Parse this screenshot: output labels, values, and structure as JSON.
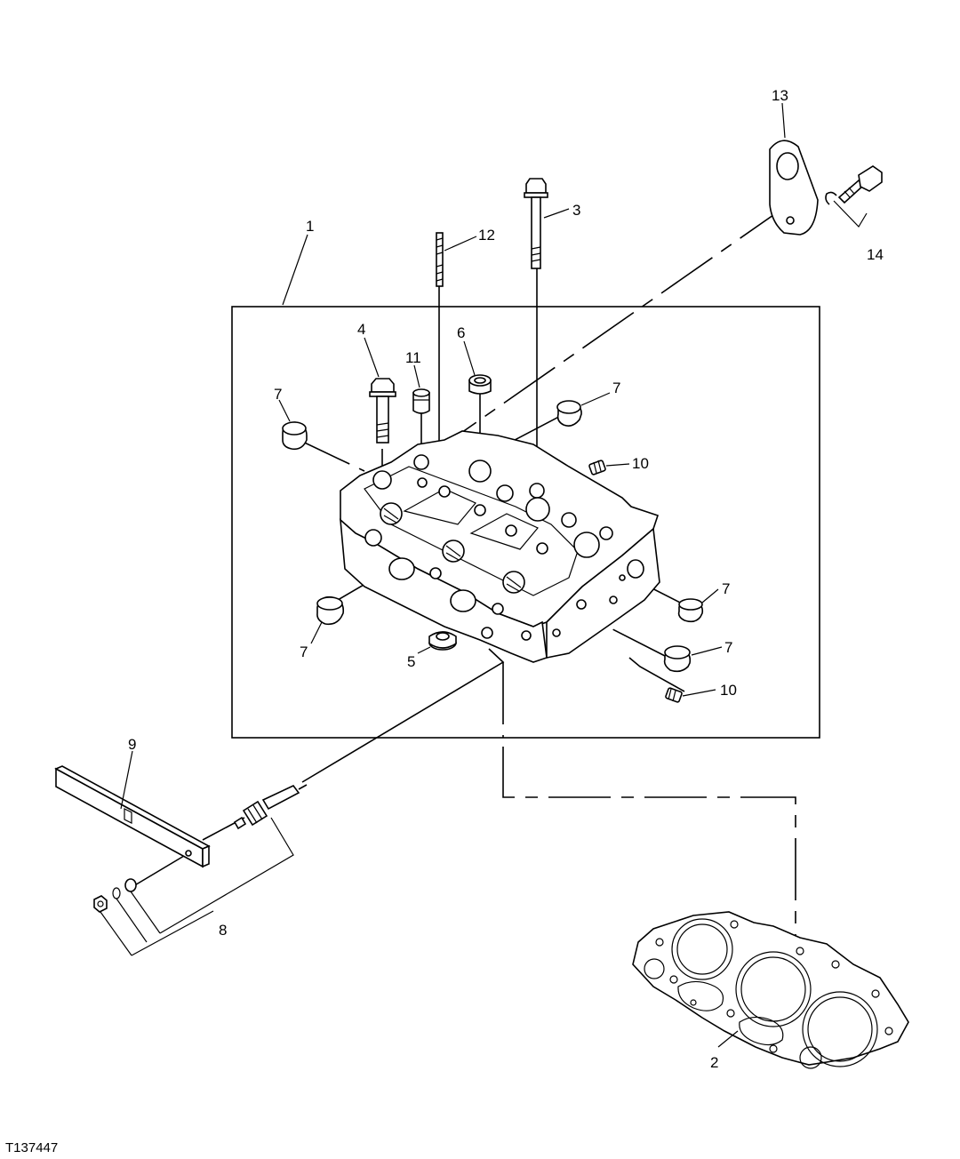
{
  "figure_id": "T137447",
  "callouts": {
    "c1": "1",
    "c2": "2",
    "c3": "3",
    "c4": "4",
    "c5": "5",
    "c6": "6",
    "c7a": "7",
    "c7b": "7",
    "c7c": "7",
    "c7d": "7",
    "c7e": "7",
    "c8": "8",
    "c9": "9",
    "c10a": "10",
    "c10b": "10",
    "c11": "11",
    "c12": "12",
    "c13": "13",
    "c14": "14"
  }
}
